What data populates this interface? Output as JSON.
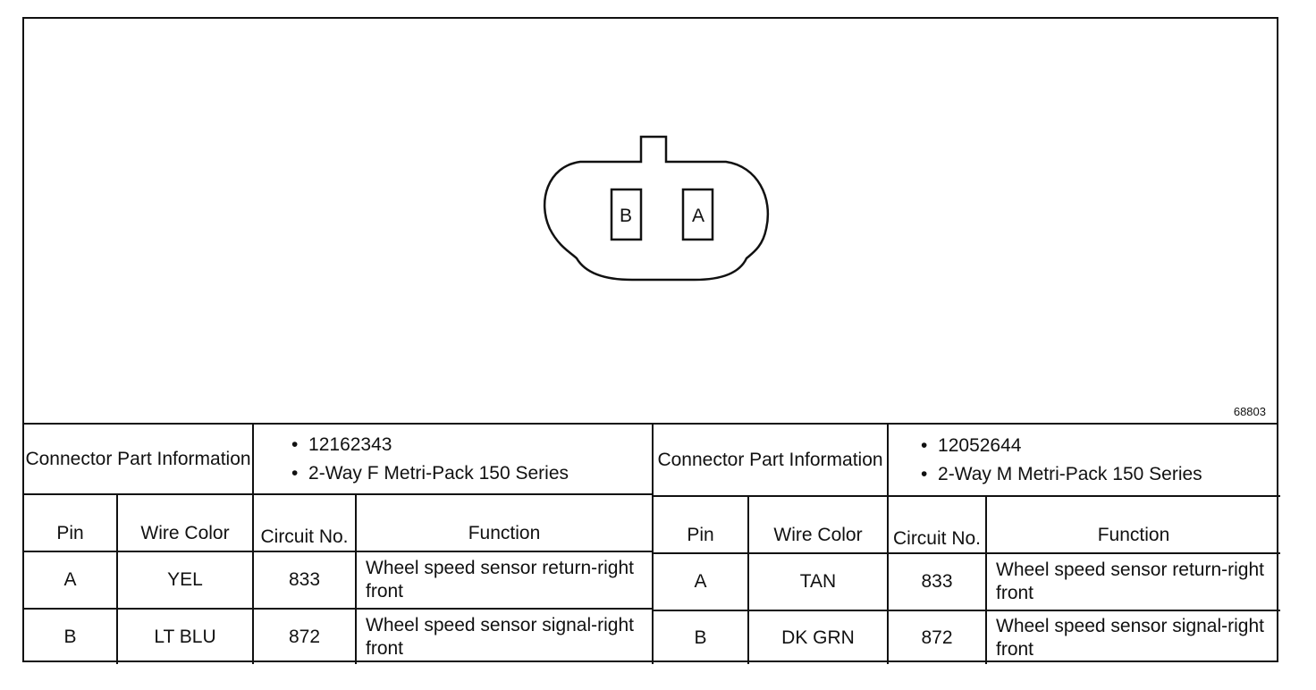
{
  "figure_id": "68803",
  "connector": {
    "cavities": [
      {
        "label": "B"
      },
      {
        "label": "A"
      }
    ]
  },
  "left": {
    "part_info_label": "Connector Part Information",
    "part_info": [
      "12162343",
      "2-Way F Metri-Pack 150 Series"
    ],
    "columns": [
      "Pin",
      "Wire Color",
      "Circuit No.",
      "Function"
    ],
    "rows": [
      {
        "pin": "A",
        "color": "YEL",
        "circuit": "833",
        "function": "Wheel speed sensor return-right front"
      },
      {
        "pin": "B",
        "color": "LT BLU",
        "circuit": "872",
        "function": "Wheel speed sensor signal-right front"
      }
    ]
  },
  "right": {
    "part_info_label": "Connector Part Information",
    "part_info": [
      "12052644",
      "2-Way M Metri-Pack 150 Series"
    ],
    "columns": [
      "Pin",
      "Wire Color",
      "Circuit No.",
      "Function"
    ],
    "rows": [
      {
        "pin": "A",
        "color": "TAN",
        "circuit": "833",
        "function": "Wheel speed sensor return-right front"
      },
      {
        "pin": "B",
        "color": "DK GRN",
        "circuit": "872",
        "function": "Wheel speed sensor signal-right front"
      }
    ]
  }
}
